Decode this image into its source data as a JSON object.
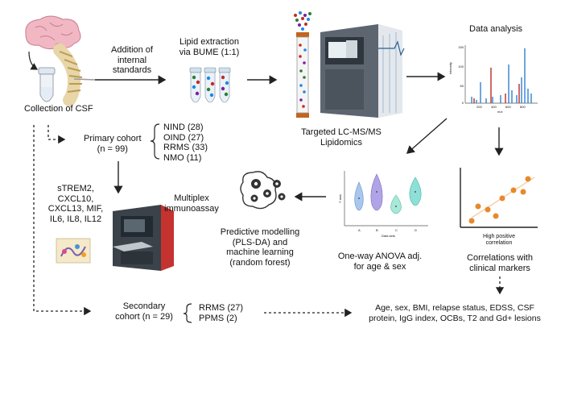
{
  "steps": {
    "collection": "Collection of CSF",
    "addition": [
      "Addition of",
      "internal",
      "standards"
    ],
    "extraction": [
      "Lipid extraction",
      "via BUME (1:1)"
    ],
    "lcms": [
      "Targeted LC-MS/MS",
      "Lipidomics"
    ],
    "data_analysis": "Data analysis",
    "multiplex": [
      "Multiplex",
      "immunoassay"
    ],
    "modelling": [
      "Predictive modelling",
      "(PLS-DA) and",
      "machine learning",
      "(random forest)"
    ],
    "anova": [
      "One-way ANOVA adj.",
      "for age & sex"
    ],
    "correlations": [
      "Correlations with",
      "clinical markers"
    ],
    "clinical": [
      "Age, sex, BMI, relapse status, EDSS, CSF",
      "protein, IgG index, OCBs, T2 and Gd+ lesions"
    ]
  },
  "primary": {
    "label": [
      "Primary cohort",
      "(n = 99)"
    ],
    "groups": [
      "NIND (28)",
      "OIND (27)",
      "RRMS (33)",
      "NMO (11)"
    ]
  },
  "secondary": {
    "label": [
      "Secondary",
      "cohort (n = 29)"
    ],
    "groups": [
      "RRMS (27)",
      "PPMS (2)"
    ]
  },
  "cytokines": [
    "sTREM2,",
    "CXCL10,",
    "CXCL13, MIF,",
    "IL6, IL8, IL12"
  ],
  "spectrum": {
    "ylabel": "Intensity",
    "xlabel": "m/z",
    "yticks": [
      "150",
      "100",
      "50",
      "0"
    ],
    "xticks": [
      "200",
      "400",
      "600",
      "800"
    ]
  },
  "violin": {
    "ylabel": "Y axis",
    "xlabel": "Data sets",
    "xticks": [
      "A",
      "B",
      "C",
      "D"
    ]
  },
  "scatter": {
    "caption": [
      "High positive",
      "correlation"
    ]
  },
  "colors": {
    "arrow": "#222222",
    "orange": "#e8892b",
    "blue": "#4a90d9",
    "red": "#c0392b",
    "violin": [
      "#9bbce8",
      "#a89be0",
      "#9fe0d0",
      "#7fd8d0"
    ]
  }
}
